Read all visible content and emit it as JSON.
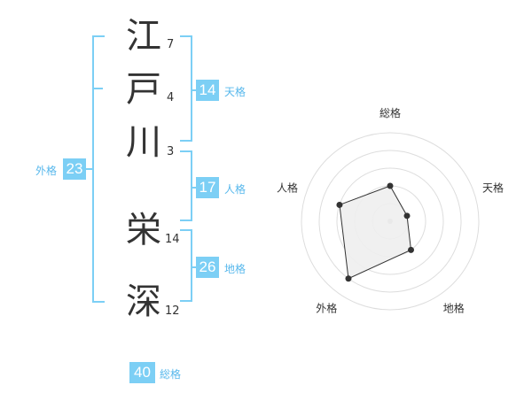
{
  "name": {
    "chars": [
      {
        "char": "江",
        "strokes": "7"
      },
      {
        "char": "戸",
        "strokes": "4"
      },
      {
        "char": "川",
        "strokes": "3"
      },
      {
        "char": "栄",
        "strokes": "14"
      },
      {
        "char": "深",
        "strokes": "12"
      }
    ]
  },
  "fortune": {
    "tenkaku": {
      "value": "14",
      "label": "天格"
    },
    "jinkaku": {
      "value": "17",
      "label": "人格"
    },
    "chikaku": {
      "value": "26",
      "label": "地格"
    },
    "gaikaku": {
      "value": "23",
      "label": "外格"
    },
    "soukaku": {
      "value": "40",
      "label": "総格"
    }
  },
  "chart_data": {
    "type": "radar",
    "axes": [
      "総格",
      "天格",
      "地格",
      "外格",
      "人格"
    ],
    "values": [
      2,
      1,
      2,
      4,
      3
    ],
    "max": 5,
    "grid": true,
    "colors": {
      "fill": "#eeeeee",
      "stroke": "#333333",
      "grid": "#dddddd",
      "center": "#bbbbbb"
    }
  }
}
